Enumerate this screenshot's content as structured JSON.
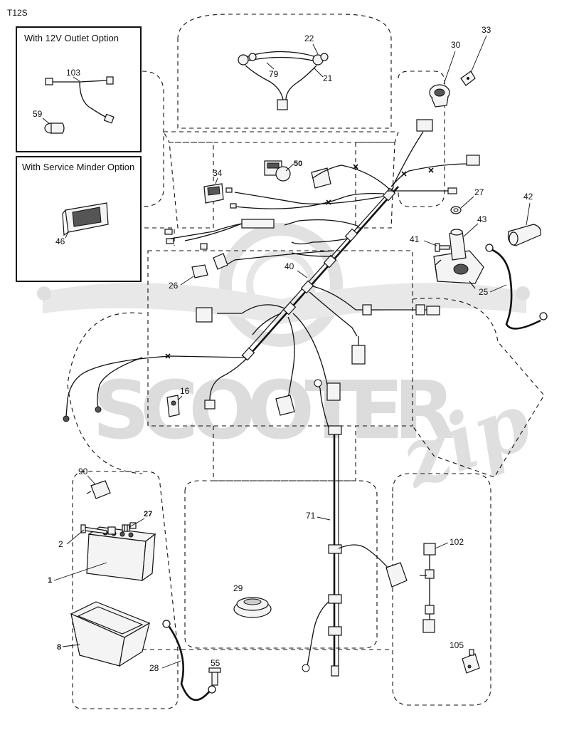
{
  "model_code": "T12S",
  "option_boxes": {
    "outlet_title": "With 12V Outlet Option",
    "service_title": "With Service Minder Option"
  },
  "watermark": {
    "text": "SCOOTER",
    "script": "zip"
  },
  "callouts": {
    "c22": "22",
    "c79": "79",
    "c21": "21",
    "c30": "30",
    "c33": "33",
    "c50": "50",
    "c34": "34",
    "c27a": "27",
    "c42": "42",
    "c43": "43",
    "c41": "41",
    "c40": "40",
    "c26": "26",
    "c25": "25",
    "c16": "16",
    "c90": "90",
    "c27b": "27",
    "c2": "2",
    "c1": "1",
    "c71": "71",
    "c102": "102",
    "c29": "29",
    "c8": "8",
    "c105": "105",
    "c28": "28",
    "c55": "55",
    "c103": "103",
    "c59": "59",
    "c46": "46"
  }
}
